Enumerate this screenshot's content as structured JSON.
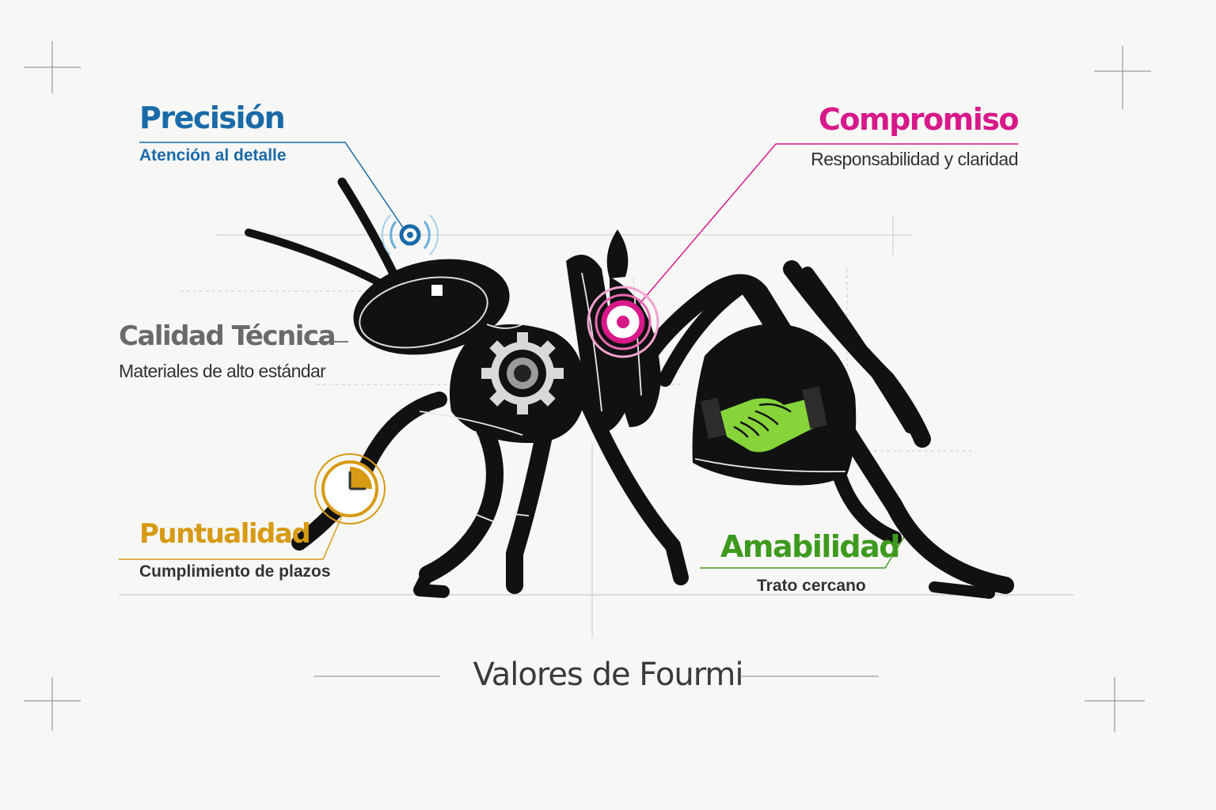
{
  "values": {
    "precision": {
      "title": "Precisión",
      "subtitle": "Atención al detalle",
      "color": "#1a6aa8",
      "icon": "target-ripple-icon"
    },
    "compromiso": {
      "title": "Compromiso",
      "subtitle": "Responsabilidad y claridad",
      "color": "#d7198a",
      "icon": "target-ripple-icon"
    },
    "calidad": {
      "title": "Calidad Técnica",
      "subtitle": "Materiales de alto estándar",
      "color": "#6a6a6a",
      "icon": "gear-icon"
    },
    "puntualidad": {
      "title": "Puntualidad",
      "subtitle": "Cumplimiento de plazos",
      "color": "#d79a14",
      "icon": "clock-icon"
    },
    "amabilidad": {
      "title": "Amabilidad",
      "subtitle": "Trato cercano",
      "color": "#3e9a1f",
      "icon": "handshake-icon"
    }
  },
  "footer": {
    "title": "Valores de Fourmi"
  },
  "ant": {
    "body_color": "#111111",
    "icon": "ant-illustration"
  }
}
